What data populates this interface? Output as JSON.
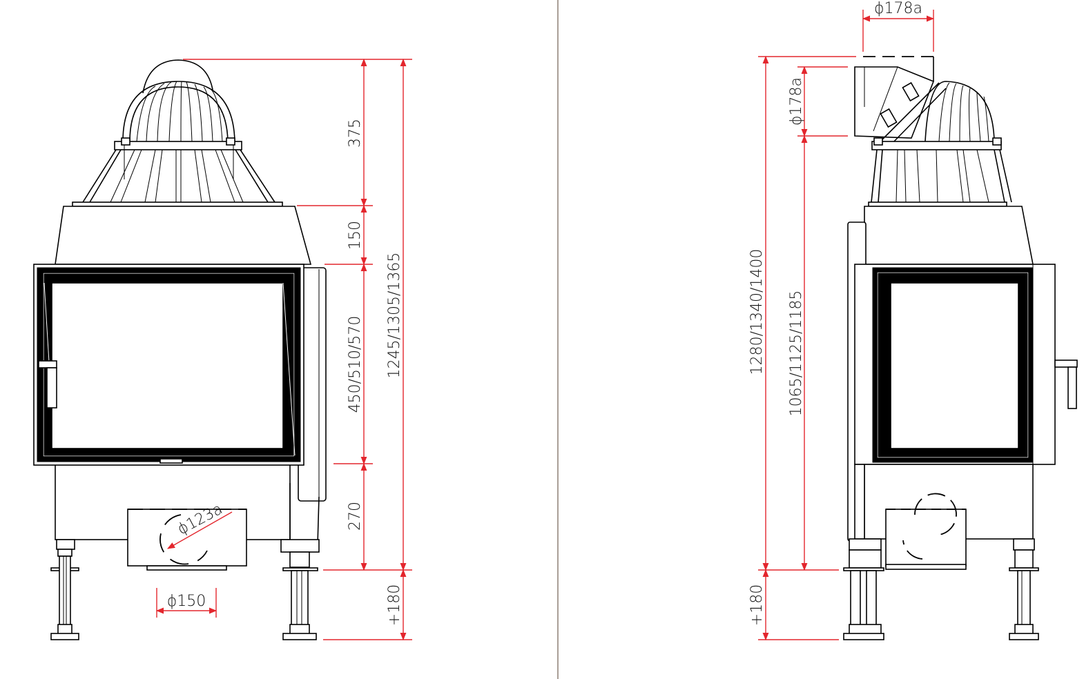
{
  "front_view": {
    "dim_top_section": "375",
    "dim_hood": "150",
    "dim_glass_height": "450/510/570",
    "dim_base_to_door": "270",
    "dim_leg_height": "+180",
    "dim_total_height": "1245/1305/1365",
    "dim_rear_outlet": "ϕ123a",
    "dim_air_inlet": "ϕ150"
  },
  "side_view": {
    "dim_flue_top": "ϕ178a",
    "dim_flue_side": "ϕ178a",
    "dim_total_height": "1280/1340/1400",
    "dim_outlet_height": "1065/1125/1185",
    "dim_leg_height": "+180"
  },
  "colors": {
    "dimension_line": "#e3262d",
    "outline": "#000000",
    "separator": "#a99e97"
  }
}
